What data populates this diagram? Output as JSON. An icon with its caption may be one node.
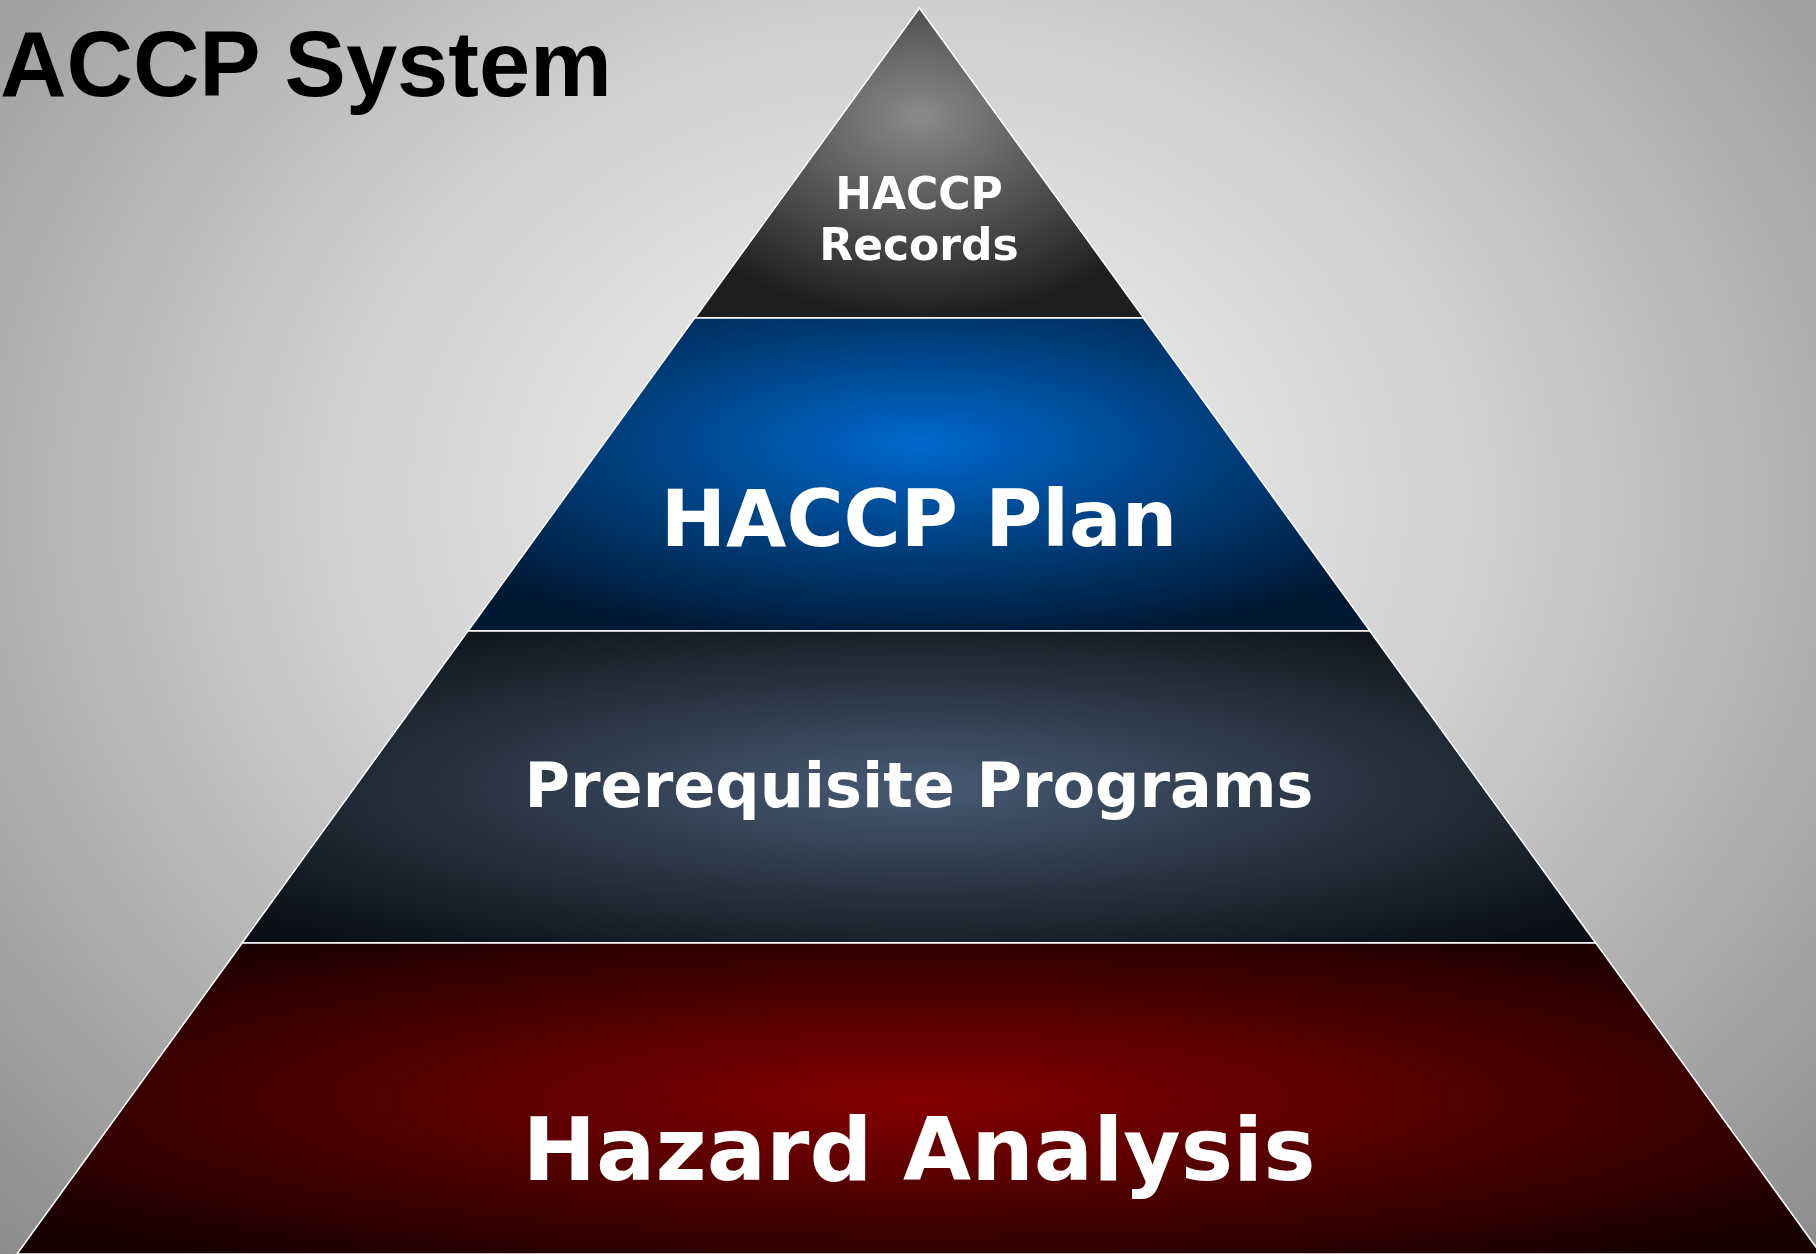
{
  "diagram": {
    "title": "ACCP System",
    "nodes": [
      {
        "text": [
          "HACCP Records"
        ]
      },
      {
        "text": [
          "HACCP Plan"
        ]
      },
      {
        "text": [
          "Prerequisite Programs"
        ]
      },
      {
        "text": [
          "Hazard Analysis"
        ]
      }
    ]
  }
}
